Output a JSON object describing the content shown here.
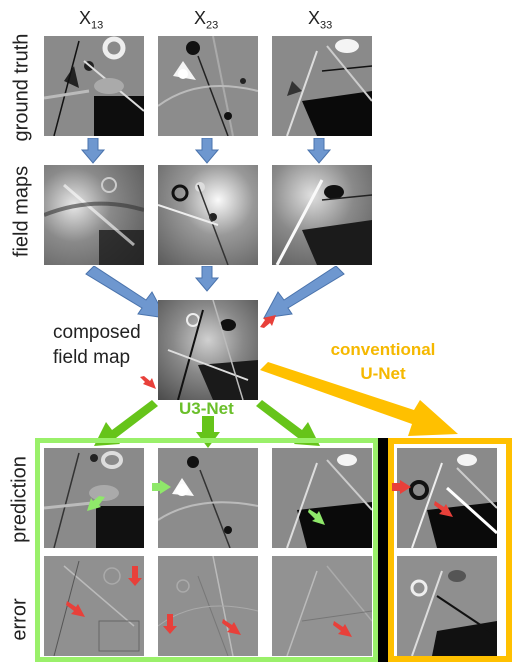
{
  "columns": [
    {
      "base": "X",
      "sub": "13"
    },
    {
      "base": "X",
      "sub": "23"
    },
    {
      "base": "X",
      "sub": "33"
    }
  ],
  "rows": {
    "ground_truth": "ground truth",
    "field_maps": "field maps",
    "prediction": "prediction",
    "error": "error"
  },
  "composed_label_line1": "composed",
  "composed_label_line2": "field map",
  "u3net_label": "U3-Net",
  "conventional_line1": "conventional",
  "conventional_line2": "U-Net",
  "colors": {
    "blue_arrow": "#6e97cf",
    "green_arrow": "#66c41a",
    "yellow_arrow": "#ffc000",
    "green_box": "#9af06a",
    "yellow_box": "#ffc000",
    "red_pointer": "#e8403a",
    "green_pointer": "#8fe86a"
  },
  "icons": [
    "arrow-down-icon",
    "red-pointer-icon",
    "green-pointer-icon"
  ]
}
